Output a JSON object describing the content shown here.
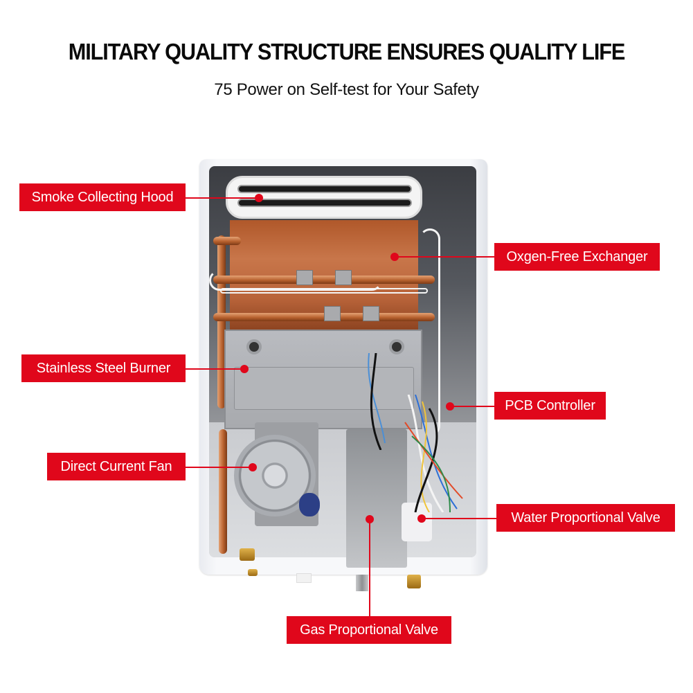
{
  "header": {
    "title": "MILITARY QUALITY STRUCTURE ENSURES QUALITY LIFE",
    "subtitle": "75 Power on Self-test for Your Safety"
  },
  "colors": {
    "callout_red": "#e0071b",
    "label_text": "#ffffff",
    "title_text": "#0a0a0a"
  },
  "product": {
    "description": "Tankless gas water heater with front cover removed"
  },
  "callouts": [
    {
      "id": "smoke-collecting-hood",
      "label": "Smoke Collecting Hood",
      "side": "left"
    },
    {
      "id": "oxygen-free-exchanger",
      "label": "Oxgen-Free Exchanger",
      "side": "right"
    },
    {
      "id": "stainless-steel-burner",
      "label": "Stainless Steel Burner",
      "side": "left"
    },
    {
      "id": "pcb-controller",
      "label": "PCB Controller",
      "side": "right"
    },
    {
      "id": "direct-current-fan",
      "label": "Direct Current Fan",
      "side": "left"
    },
    {
      "id": "water-proportional-valve",
      "label": "Water Proportional Valve",
      "side": "right"
    },
    {
      "id": "gas-proportional-valve",
      "label": "Gas Proportional Valve",
      "side": "bottom"
    }
  ]
}
